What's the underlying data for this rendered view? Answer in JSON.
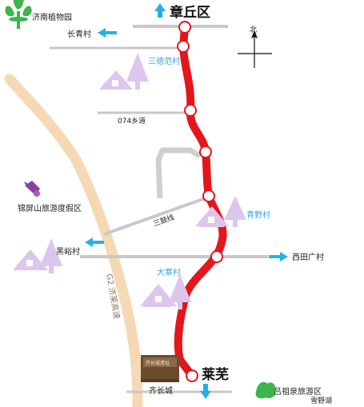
{
  "colors": {
    "route": "#e3161b",
    "highway": "#f5d9b4",
    "road": "#c8c8c8",
    "arrow": "#24b2e6",
    "village_icon": "#ddc6ee",
    "village_label": "#3aa8dc",
    "green_icon": "#3cb54a",
    "poi_pin": "#8b3fa6",
    "gate_brown": "#6b4a2e"
  },
  "compass": {
    "north_label": "北"
  },
  "route": {
    "north_terminus": "章丘区",
    "south_terminus": "莱芜",
    "stops_count": 7
  },
  "labels": {
    "jinan_botanical": "济南植物园",
    "changqing": "长青村",
    "sandefan": "三德范村",
    "road_074": "074乡道",
    "jinping": "锦屏山旅游度假区",
    "sangu": "三鼓线",
    "qingye": "青野村",
    "heiyu": "黑峪村",
    "xitian": "西田广村",
    "dazhai": "大寨村",
    "highway": "G2 济莱高速",
    "great_wall": "齐长城",
    "gate_sign": "齐长城遗址",
    "luzu": "吕祖泉旅游区",
    "xueye": "雪野湖"
  }
}
